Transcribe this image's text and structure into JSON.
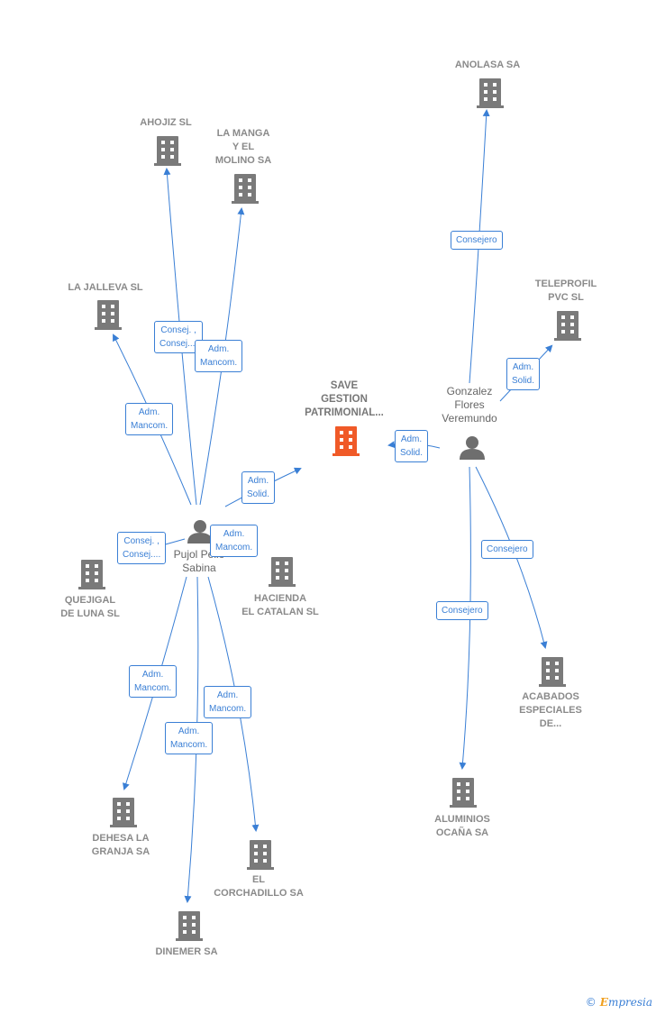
{
  "colors": {
    "edge": "#3a7fd5",
    "building": "#7a7a7a",
    "building_main": "#f05a28",
    "person": "#6e6e6e"
  },
  "companies": {
    "anolasa": [
      "ANOLASA SA"
    ],
    "ahojiz": [
      "AHOJIZ SL"
    ],
    "la_manga": [
      "LA MANGA",
      "Y EL",
      "MOLINO SA"
    ],
    "la_jalleva": [
      "LA JALLEVA SL"
    ],
    "teleprofil": [
      "TELEPROFIL",
      "PVC SL"
    ],
    "save": [
      "SAVE",
      "GESTION",
      "PATRIMONIAL..."
    ],
    "quejigal": [
      "QUEJIGAL",
      "DE LUNA SL"
    ],
    "hacienda": [
      "HACIENDA",
      "EL CATALAN SL"
    ],
    "acabados": [
      "ACABADOS",
      "ESPECIALES",
      "DE..."
    ],
    "aluminios": [
      "ALUMINIOS",
      "OCAÑA SA"
    ],
    "dehesa": [
      "DEHESA LA",
      "GRANJA SA"
    ],
    "corchadillo": [
      "EL",
      "CORCHADILLO SA"
    ],
    "dinemer": [
      "DINEMER SA"
    ]
  },
  "people": {
    "gonzalez": [
      "Gonzalez",
      "Flores",
      "Veremundo"
    ],
    "pujol": [
      "Pujol Pello",
      "Sabina"
    ]
  },
  "relations": {
    "consejero_anolasa": [
      "Consejero"
    ],
    "solid_teleprofil": [
      "Adm.",
      "Solid."
    ],
    "solid_save_gonzalez": [
      "Adm.",
      "Solid."
    ],
    "consejero_acabados": [
      "Consejero"
    ],
    "consejero_aluminios": [
      "Consejero"
    ],
    "consej_ahojiz": [
      "Consej. ,",
      "Consej...."
    ],
    "mancom_la_manga": [
      "Adm.",
      "Mancom."
    ],
    "mancom_la_jalleva": [
      "Adm.",
      "Mancom."
    ],
    "solid_save_pujol": [
      "Adm.",
      "Solid."
    ],
    "consej_quejigal": [
      "Consej. ,",
      "Consej...."
    ],
    "mancom_hacienda": [
      "Adm.",
      "Mancom."
    ],
    "mancom_dehesa": [
      "Adm.",
      "Mancom."
    ],
    "mancom_corchadillo": [
      "Adm.",
      "Mancom."
    ],
    "mancom_dinemer": [
      "Adm.",
      "Mancom."
    ]
  },
  "logo": {
    "copyright": "©",
    "brand_initial": "E",
    "brand_rest": "mpresia"
  }
}
